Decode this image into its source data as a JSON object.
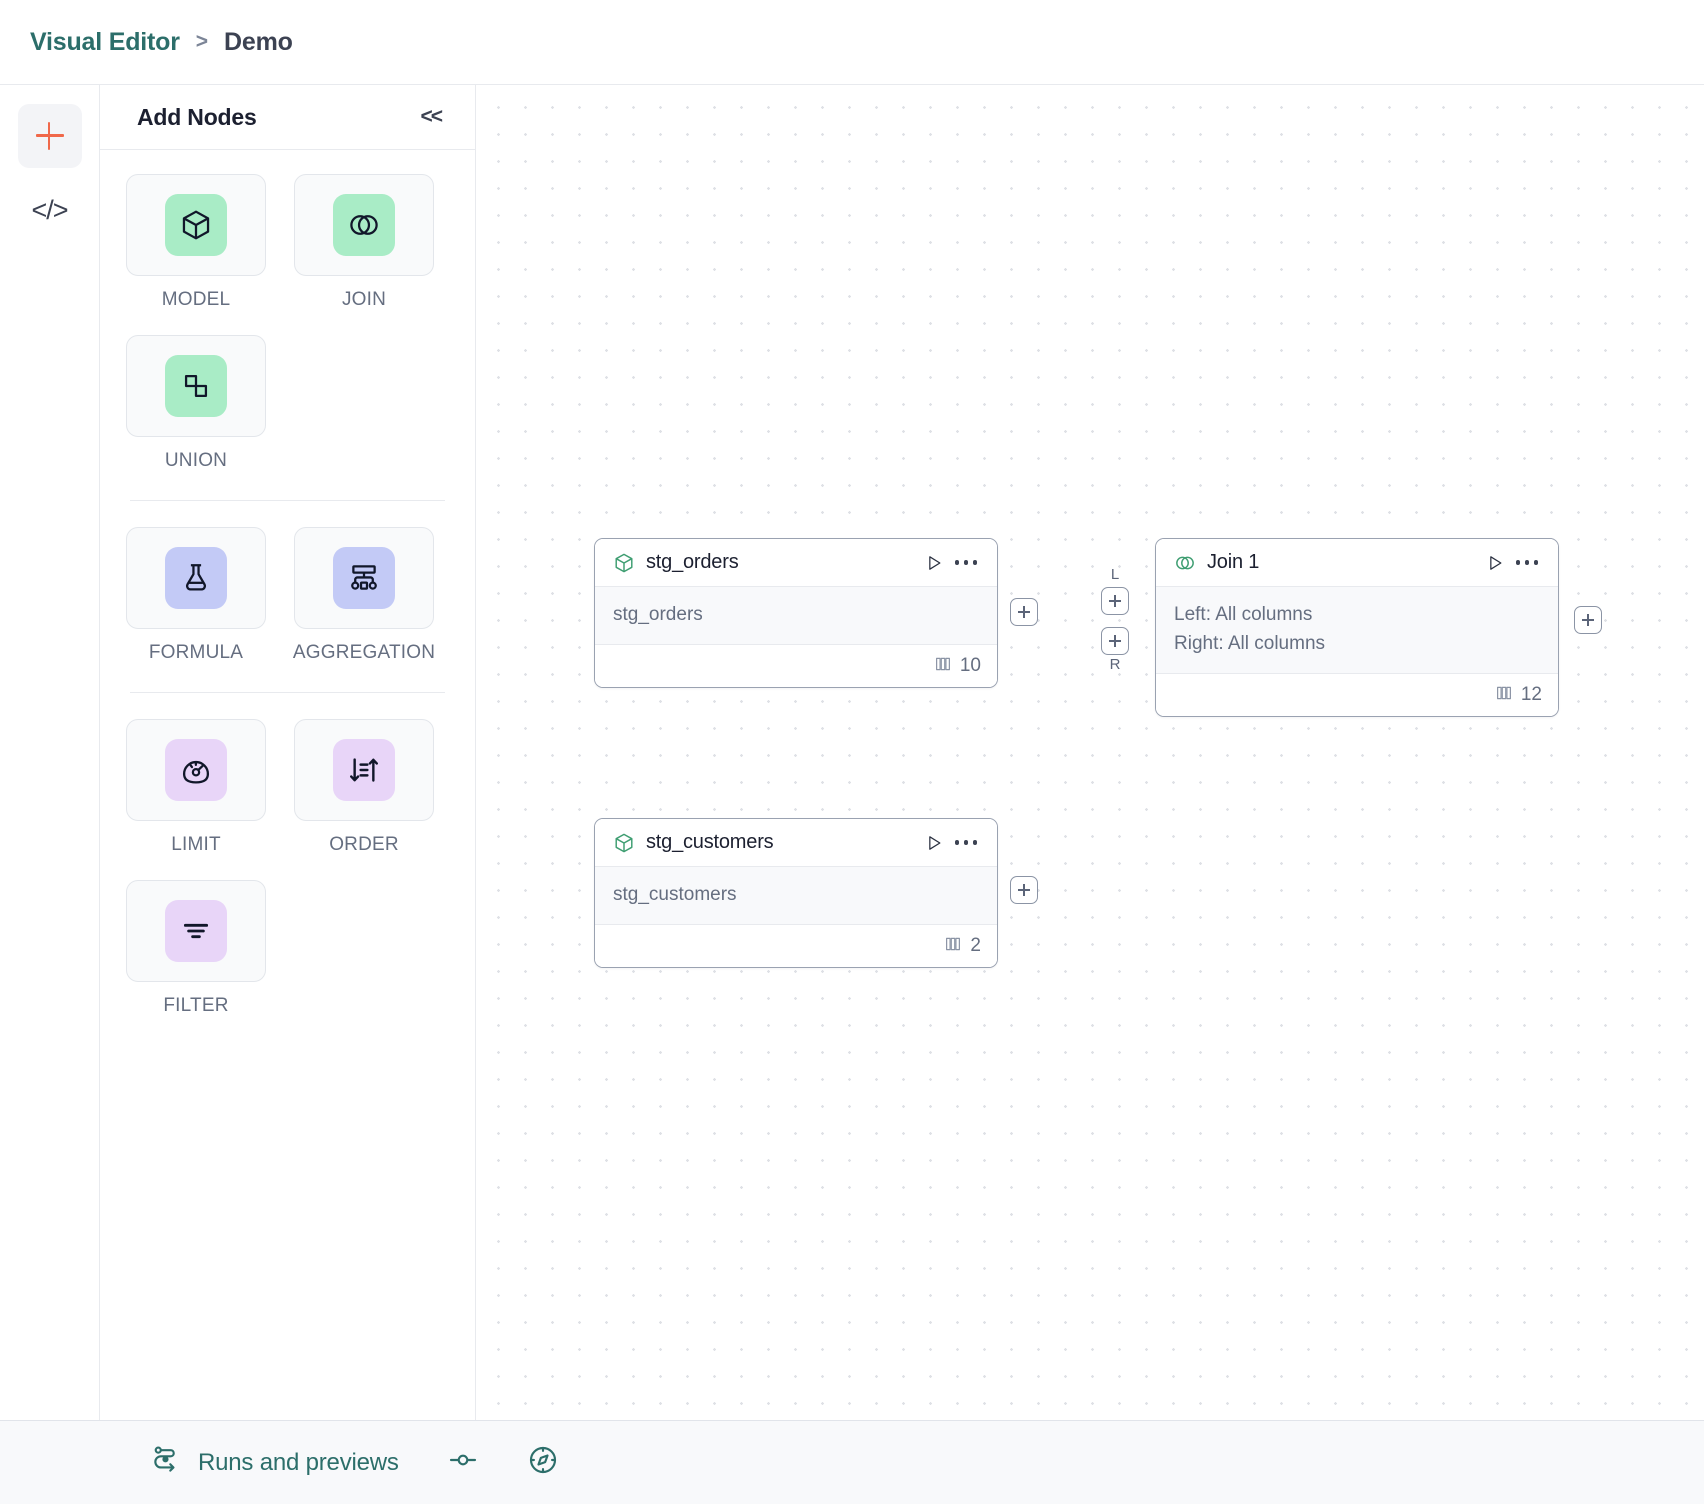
{
  "header": {
    "breadcrumb_root": "Visual Editor",
    "breadcrumb_separator": ">",
    "breadcrumb_leaf": "Demo"
  },
  "rail": {
    "add_icon": "plus-icon",
    "code_icon": "code-icon",
    "code_label": "</>"
  },
  "panel": {
    "title": "Add Nodes",
    "collapse_label": "<<",
    "groups": [
      {
        "items": [
          {
            "label": "MODEL",
            "icon": "cube-icon",
            "chip": "chip-green"
          },
          {
            "label": "JOIN",
            "icon": "venn-icon",
            "chip": "chip-green"
          },
          {
            "label": "UNION",
            "icon": "union-icon",
            "chip": "chip-green"
          }
        ]
      },
      {
        "items": [
          {
            "label": "FORMULA",
            "icon": "flask-icon",
            "chip": "chip-blue"
          },
          {
            "label": "AGGREGATION",
            "icon": "hierarchy-icon",
            "chip": "chip-blue"
          }
        ]
      },
      {
        "items": [
          {
            "label": "LIMIT",
            "icon": "gauge-icon",
            "chip": "chip-purple"
          },
          {
            "label": "ORDER",
            "icon": "sort-icon",
            "chip": "chip-purple"
          },
          {
            "label": "FILTER",
            "icon": "filter-icon",
            "chip": "chip-purple"
          }
        ]
      }
    ]
  },
  "canvas": {
    "nodes": [
      {
        "id": "stg_orders",
        "title": "stg_orders",
        "icon": "cube-icon",
        "body_lines": [
          "stg_orders"
        ],
        "column_count": "10",
        "run_icon": "play-icon",
        "more_icon": "ellipsis-icon",
        "columns_icon": "columns-icon"
      },
      {
        "id": "stg_customers",
        "title": "stg_customers",
        "icon": "cube-icon",
        "body_lines": [
          "stg_customers"
        ],
        "column_count": "2",
        "run_icon": "play-icon",
        "more_icon": "ellipsis-icon",
        "columns_icon": "columns-icon"
      },
      {
        "id": "join_1",
        "title": "Join 1",
        "icon": "venn-icon",
        "body_lines": [
          "Left: All columns",
          "Right: All columns"
        ],
        "column_count": "12",
        "run_icon": "play-icon",
        "more_icon": "ellipsis-icon",
        "columns_icon": "columns-icon"
      }
    ],
    "handles": {
      "left_tag": "L",
      "right_tag": "R"
    }
  },
  "footbar": {
    "runs_label": "Runs and previews",
    "runs_icon": "pipeline-icon",
    "slider_icon": "slider-icon",
    "compass_icon": "compass-icon"
  },
  "colors": {
    "brand_teal": "#2c6e6a",
    "accent_orange": "#f0684a",
    "chip_green": "#a9ecc6",
    "chip_blue": "#c3caf6",
    "chip_purple": "#e8d5f8",
    "node_border": "#9aa2b1",
    "canvas_dot": "#dfe1e6"
  }
}
